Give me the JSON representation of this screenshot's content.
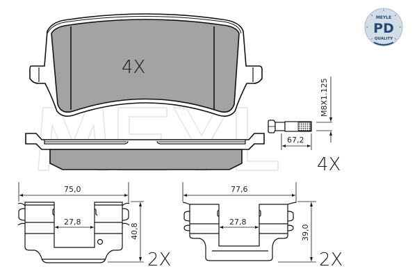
{
  "watermark": {
    "text": "MEYLE",
    "color": "#e6e6e6"
  },
  "colors": {
    "pad_fill": "#a3a3a3",
    "line": "#111111",
    "badge_bg": "#cfdbe6",
    "badge_ring": "#9fb3c6",
    "badge_text": "#1f4a7a"
  },
  "brake_pad": {
    "quantity_label": "4X",
    "top_view": {
      "label": "brake-pad-face-view"
    },
    "side_view": {
      "label": "brake-pad-side-view"
    }
  },
  "bolt": {
    "thread_label": "M8X1.125",
    "length_label": "67,2",
    "quantity_label": "4X"
  },
  "clip_left": {
    "width_label": "75,0",
    "inner_width_label": "27,8",
    "height_label": "40,8",
    "quantity_label": "2X"
  },
  "clip_right": {
    "width_label": "77,6",
    "inner_width_label": "27,8",
    "height_label": "39,0",
    "quantity_label": "2X"
  },
  "quality_badge": {
    "top_text": "MEYLE",
    "center_text": "PD",
    "bottom_text": "QUALITY"
  }
}
